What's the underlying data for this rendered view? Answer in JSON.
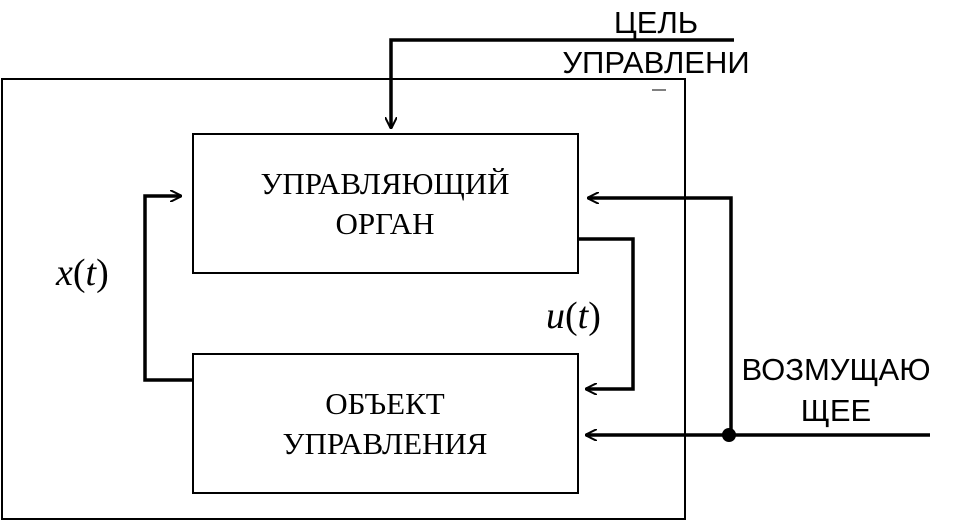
{
  "diagram": {
    "goal_label": {
      "line1": "ЦЕЛЬ",
      "line2": "УПРАВЛЕНИ"
    },
    "controller_block": {
      "line1": "УПРАВЛЯЮЩИЙ",
      "line2": "ОРГАН"
    },
    "object_block": {
      "line1": "ОБЪЕКТ",
      "line2": "УПРАВЛЕНИЯ"
    },
    "disturbance_label": {
      "line1": "ВОЗМУЩАЮ",
      "line2": "ЩЕЕ"
    },
    "signal_x": {
      "var": "x",
      "open": "(",
      "arg": "t",
      "close": ")"
    },
    "signal_u": {
      "var": "u",
      "open": "(",
      "arg": "t",
      "close": ")"
    }
  }
}
